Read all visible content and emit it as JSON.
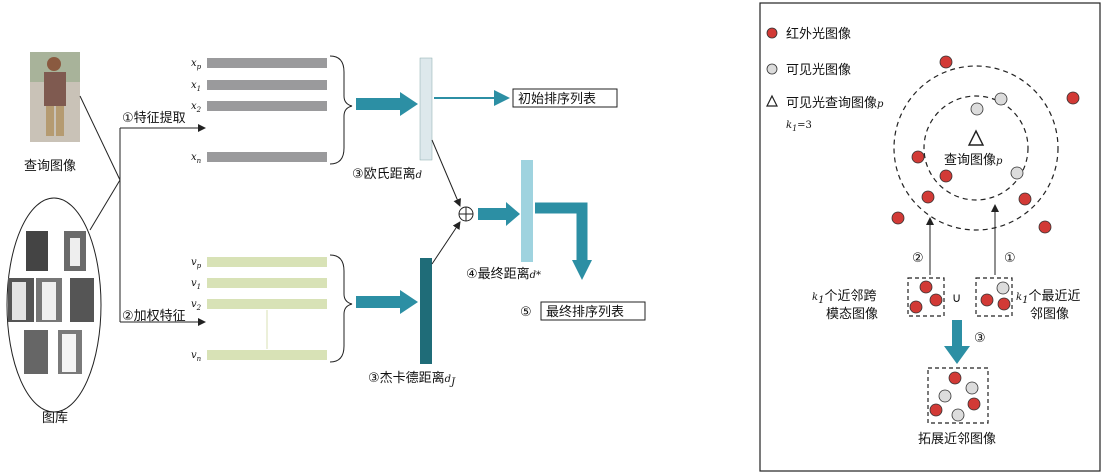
{
  "left": {
    "query_label": "查询图像",
    "gallery_label": "图库",
    "step1_label": "①特征提取",
    "step2_label": "②加权特征",
    "feature_x": [
      "x_p",
      "x_1",
      "x_2",
      "x_n"
    ],
    "feature_v": [
      "v_p",
      "v_1",
      "v_2",
      "v_n"
    ],
    "euclid_label": "③欧氏距离",
    "euclid_sym": "d",
    "jaccard_label": "③杰卡德距离",
    "jaccard_sym": "d",
    "jaccard_sub": "J",
    "final_dist_label": "④最终距离",
    "final_dist_sym": "d*",
    "init_rank": "初始排序列表",
    "final_rank_num": "⑤",
    "final_rank": "最终排序列表",
    "plus": "⊕"
  },
  "right": {
    "legend": [
      {
        "label": "红外光图像",
        "color": "#d23a36",
        "shape": "circle"
      },
      {
        "label": "可见光图像",
        "color": "#dcdcdc",
        "shape": "circle"
      },
      {
        "label": "可见光查询图像",
        "suffix": "p",
        "shape": "triangle"
      }
    ],
    "k_label": "k",
    "k_sub": "1",
    "k_value": "=3",
    "query_center": "查询图像",
    "query_center_sym": "p",
    "arrow2": "②",
    "arrow1": "①",
    "arrow3": "③",
    "union": "∪",
    "cross_modal_line1_a": "k",
    "cross_modal_line1_sub": "1",
    "cross_modal_line1_b": "个近邻跨",
    "cross_modal_line2": "模态图像",
    "nearest_line1_a": "k",
    "nearest_line1_sub": "1",
    "nearest_line1_b": "个最近近",
    "nearest_line2": "邻图像",
    "expanded": "拓展近邻图像"
  },
  "colors": {
    "teal_arrow": "#2c8fa4",
    "gray_bar": "#9a9a9c",
    "green_bar": "#d8e2b6",
    "light_box": "#dde8ec",
    "dark_box": "#1f6c78",
    "mid_box": "#9fd3df",
    "red": "#d23a36",
    "white_dot": "#dcdcdc"
  }
}
